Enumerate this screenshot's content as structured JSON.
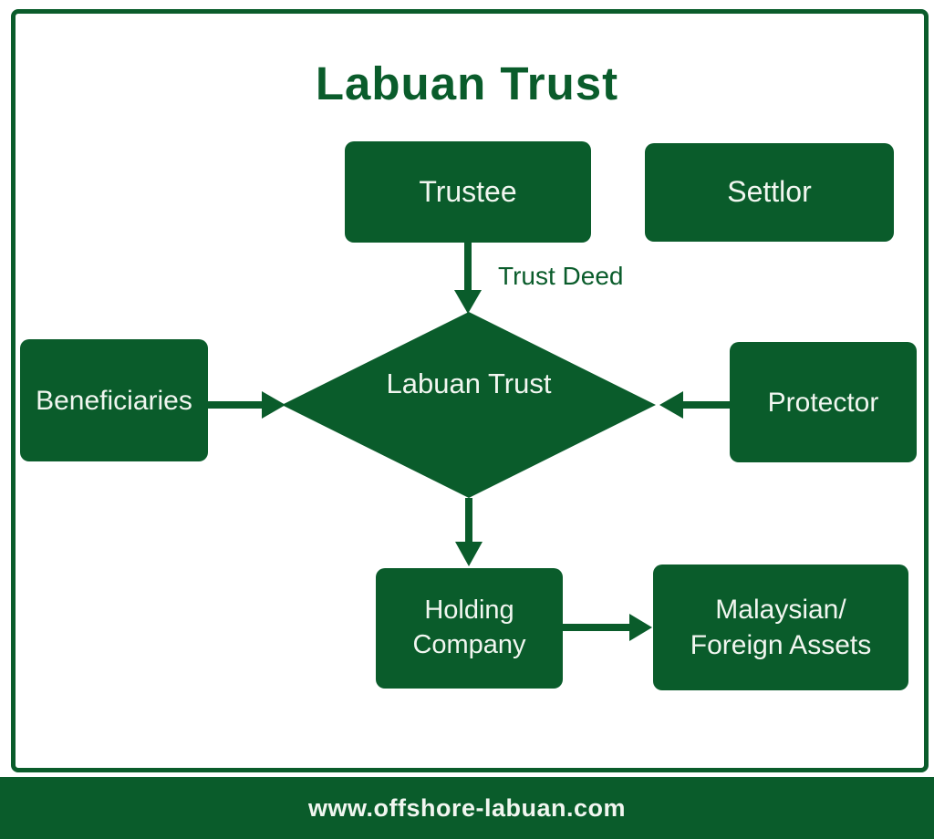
{
  "diagram": {
    "title": "Labuan Trust",
    "nodes": {
      "trustee": {
        "label": "Trustee"
      },
      "settlor": {
        "label": "Settlor"
      },
      "beneficiaries": {
        "label": "Beneficiaries"
      },
      "trust": {
        "line1": "Labuan",
        "line2": "Trust"
      },
      "protector": {
        "label": "Protector"
      },
      "holding_company": {
        "line1": "Holding",
        "line2": "Company"
      },
      "assets": {
        "line1": "Malaysian/",
        "line2": "Foreign Assets"
      }
    },
    "edge_labels": {
      "trust_deed": "Trust Deed"
    },
    "footer": {
      "website": "www.offshore-labuan.com"
    },
    "colors": {
      "primary_green": "#0A5C2B",
      "text_on_green": "#F1F6F0",
      "canvas_background": "#FFFFFF"
    }
  }
}
